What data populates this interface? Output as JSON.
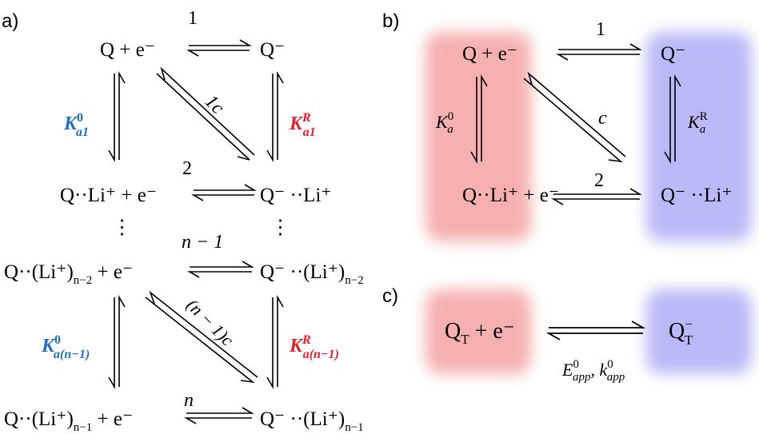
{
  "panels": {
    "a": {
      "label": "a)",
      "species": {
        "q_e": "Q + e⁻",
        "q_minus": "Q⁻",
        "q_li_e": "Q··Li⁺ + e⁻",
        "q_minus_li": "Q⁻ ··Li⁺",
        "dots_left": "⋮",
        "dots_right": "⋮",
        "q_lin2_e": "Q··(Li⁺)",
        "q_lin2_sub": "n−2",
        "q_lin2_tail": " + e⁻",
        "q_minus_lin2": "Q⁻ ··(Li⁺)",
        "q_minus_lin2_sub": "n−2",
        "q_lin1_e": "Q··(Li⁺)",
        "q_lin1_sub": "n−1",
        "q_lin1_tail": " + e⁻",
        "q_minus_lin1": "Q⁻ ··(Li⁺)",
        "q_minus_lin1_sub": "n−1"
      },
      "reactions": {
        "r1": "1",
        "r1c": "1c",
        "r2": "2",
        "rn1": "n − 1",
        "rn1c": "(n − 1)c",
        "rn": "n"
      },
      "constants": {
        "ka1_ox": "K",
        "ka1_ox_sup": "0",
        "ka1_ox_sub": "a1",
        "ka1_red": "K",
        "ka1_red_sup": "R",
        "ka1_red_sub": "a1",
        "kan1_ox": "K",
        "kan1_ox_sup": "0",
        "kan1_ox_sub": "a(n−1)",
        "kan1_red": "K",
        "kan1_red_sup": "R",
        "kan1_red_sub": "a(n−1)"
      },
      "colors": {
        "oxidized": "#1f6fbf",
        "reduced": "#e0202a"
      }
    },
    "b": {
      "label": "b)",
      "species": {
        "q_e": "Q + e⁻",
        "q_minus": "Q⁻",
        "q_li_e": "Q··Li⁺ + e⁻",
        "q_minus_li": "Q⁻ ··Li⁺"
      },
      "reactions": {
        "r1": "1",
        "rc": "c",
        "r2": "2"
      },
      "constants": {
        "ka0": "K",
        "ka0_sup": "0",
        "ka0_sub": "a",
        "kar": "K",
        "kar_sup": "R",
        "kar_sub": "a"
      },
      "colors": {
        "left_band": "#f29a9a",
        "right_band": "#a9a9f5"
      }
    },
    "c": {
      "label": "c)",
      "species": {
        "qt_e": "Q",
        "qt_e_sub": "T",
        "qt_e_tail": " + e⁻",
        "qt_minus": "Q",
        "qt_minus_sup": "−",
        "qt_minus_sub": "T"
      },
      "params": {
        "e": "E",
        "e_sup": "0",
        "e_sub": "app",
        "sep": ", ",
        "k": "k",
        "k_sup": "0",
        "k_sub": "app"
      },
      "colors": {
        "left_band": "#f29a9a",
        "right_band": "#a9a9f5"
      }
    }
  }
}
